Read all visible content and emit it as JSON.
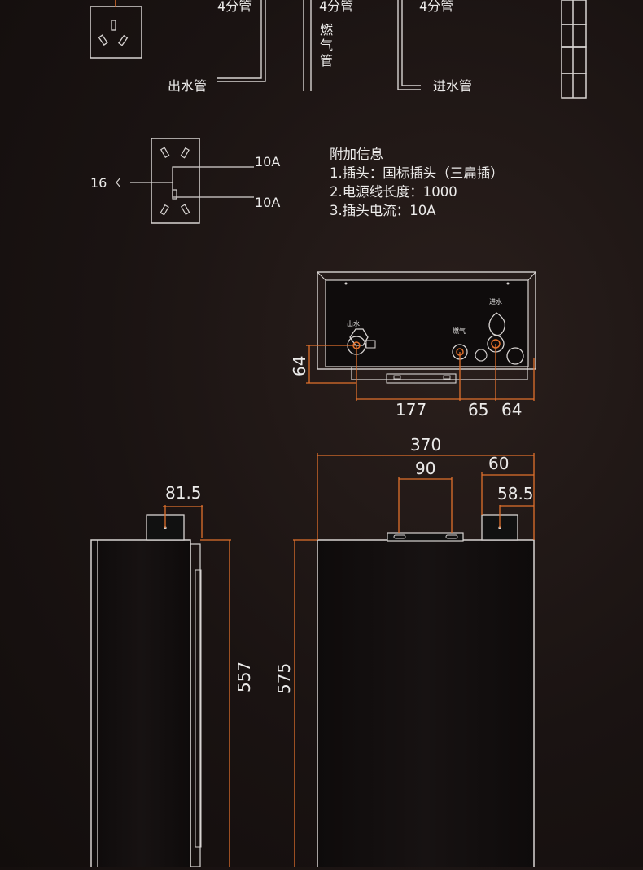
{
  "labels": {
    "pipe_left": "4分管",
    "pipe_mid": "4分管",
    "pipe_right": "4分管",
    "gas_vertical": [
      "燃",
      "气",
      "管"
    ],
    "water_out": "出水管",
    "water_in": "进水管"
  },
  "socket_diagram": {
    "input": "16",
    "top_rating": "10A",
    "bottom_rating": "10A"
  },
  "info": {
    "title": "附加信息",
    "line1": "1.插头：国标插头（三扁插）",
    "line2": "2.电源线长度：1000",
    "line3": "3.插头电流：10A"
  },
  "bottom_view": {
    "port_hot": "出水",
    "port_gas": "燃气",
    "port_cold": "进水",
    "dim_height": "64",
    "dim_a": "177",
    "dim_b": "65",
    "dim_c": "64"
  },
  "side_view": {
    "dim_top": "81.5",
    "dim_height": "557"
  },
  "front_view": {
    "dim_width": "370",
    "dim_mid": "90",
    "dim_right": "60",
    "dim_right2": "58.5",
    "dim_height": "575"
  },
  "colors": {
    "accent": "#e0702c",
    "line": "#d8d4d2"
  }
}
